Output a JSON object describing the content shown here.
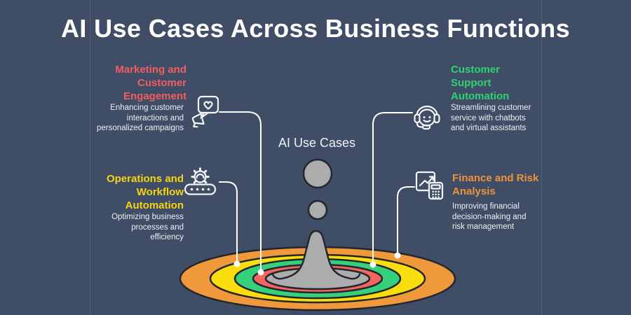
{
  "title": "AI Use Cases Across Business Functions",
  "center_label": "AI Use Cases",
  "background": "#3f4d66",
  "connector_color": "#ffffff",
  "sections": {
    "marketing": {
      "heading_lines": [
        "Marketing and",
        "Customer",
        "Engagement"
      ],
      "body_lines": [
        "Enhancing customer",
        "interactions and",
        "personalized campaigns"
      ],
      "color": "#f05e5e",
      "icon": "megaphone-heart"
    },
    "support": {
      "heading_lines": [
        "Customer",
        "Support",
        "Automation"
      ],
      "body_lines": [
        "Streamlining customer",
        "service with chatbots",
        "and virtual assistants"
      ],
      "color": "#2ed173",
      "icon": "headset-agent"
    },
    "operations": {
      "heading_lines": [
        "Operations and",
        "Workflow",
        "Automation"
      ],
      "body_lines": [
        "Optimizing business",
        "processes and",
        "efficiency"
      ],
      "color": "#f4d512",
      "icon": "gear-automation"
    },
    "finance": {
      "heading_lines": [
        "Finance and Risk",
        "Analysis"
      ],
      "body_lines": [
        "Improving financial",
        "decision-making and",
        "risk management"
      ],
      "color": "#f0923d",
      "icon": "chart-calculator"
    }
  },
  "splash": {
    "rings": [
      {
        "name": "orange-ring",
        "color": "#f0993a"
      },
      {
        "name": "yellow-ring",
        "color": "#f9dd0d"
      },
      {
        "name": "green-ring",
        "color": "#36d07d"
      },
      {
        "name": "red-ring",
        "color": "#f4655f"
      },
      {
        "name": "center-pool",
        "color": "#acacac"
      }
    ],
    "droplet_color": "#acacac",
    "outline_color": "#23262e"
  }
}
